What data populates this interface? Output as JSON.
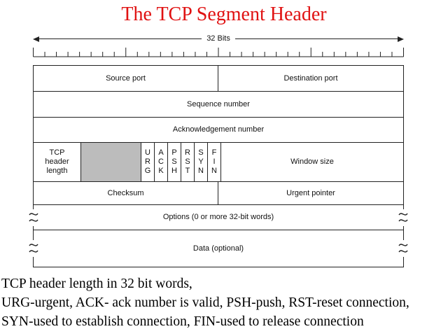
{
  "title": "The TCP Segment Header",
  "bits_ruler": {
    "label": "32 Bits",
    "total_bits": 32,
    "major_every": 8
  },
  "fields": {
    "source_port": "Source port",
    "destination_port": "Destination port",
    "sequence_number": "Sequence number",
    "acknowledgement_number": "Acknowledgement number",
    "tcp_header_length": "TCP header length",
    "flags": [
      "URG",
      "ACK",
      "PSH",
      "RST",
      "SYN",
      "FIN"
    ],
    "window_size": "Window size",
    "checksum": "Checksum",
    "urgent_pointer": "Urgent pointer",
    "options": "Options (0 or more 32-bit words)",
    "data": "Data (optional)"
  },
  "notes": [
    "TCP header length in 32 bit words,",
    "URG-urgent, ACK- ack number is valid, PSH-push, RST-reset connection,",
    "SYN-used to establish connection, FIN-used to release connection"
  ],
  "colors": {
    "title": "#e01212",
    "line": "#222222",
    "reserved_fill": "#bcbcbc",
    "text": "#111111"
  }
}
